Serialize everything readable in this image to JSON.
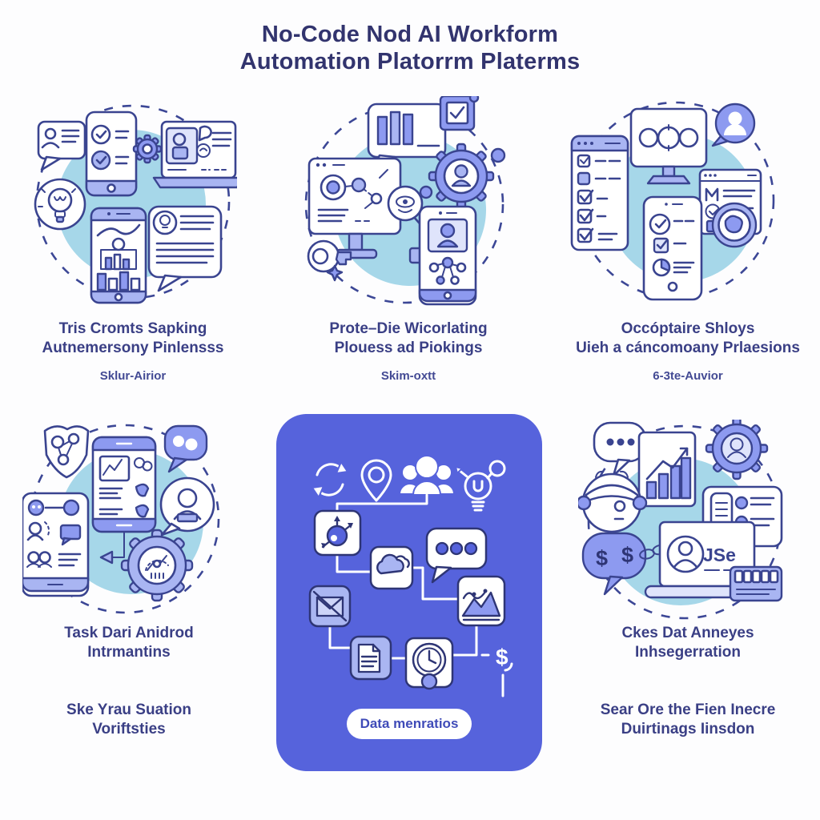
{
  "title": {
    "line1": "No-Code Nod AI Workform",
    "line2": "Automation Platorrm Platerms"
  },
  "colors": {
    "panel_purple": "#5663dc",
    "outline_indigo": "#3a4490",
    "periwinkle": "#8d9af0",
    "light_periwinkle": "#a9b5f2",
    "light_blue_blob": "#a6d7e9",
    "title_text": "#32346e",
    "caption_text": "#3a3f85",
    "button_text": "#3f4bb8",
    "background": "#fdfdfe"
  },
  "clusters": {
    "top_left": {
      "caption_line1": "Tris Cromts Sapking",
      "caption_line2": "Autnemersony Pinlensss",
      "subcaption": "Sklur-Airior",
      "icons": [
        "chat-user-bubble",
        "checklist-phone",
        "gear",
        "secure-laptop",
        "lightbulb-badge",
        "analytics-phone",
        "idea-note-bubble"
      ]
    },
    "top_center": {
      "caption_line1": "Prote–Die Wicorlating",
      "caption_line2": "Plouess ad Piokings",
      "subcaption": "Skim-oxtt",
      "icons": [
        "bar-chart-bubble",
        "checkbox-chip",
        "user-gear",
        "node-graph-monitor",
        "eye-magnifier",
        "key-badge",
        "video-call-phone"
      ]
    },
    "top_right": {
      "caption_line1": "Occóptaire Shloys",
      "caption_line2": "Uieh a cáncomoany Prlaesions",
      "subcaption": "6-3te-Auvior",
      "icons": [
        "checklist-card",
        "pipeline-monitor",
        "user-avatar-bubble",
        "browser-card",
        "globe-badge",
        "task-phone"
      ]
    },
    "bottom_left": {
      "caption_line1": "Task Dari Anidrod",
      "caption_line2": "Intrmantins",
      "subcaption_line1": "Ske Yrau Suation",
      "subcaption_line2": "Voriftsties",
      "icons": [
        "shield-nodes",
        "task-phone",
        "team-chat-bubble",
        "user-speech-circle",
        "gear-analytics",
        "contacts-phone"
      ]
    },
    "bottom_right": {
      "caption_line1": "Ckes Dat Anneyes",
      "caption_line2": "Inhsegerration",
      "subcaption_line1": "Sear Ore the Fien Inecre",
      "subcaption_line2": "Duirtinags Iinsdon",
      "laptop_label": "JSe",
      "dollar_left": "$",
      "dollar_right": "$",
      "icons": [
        "dots-speech-bubble",
        "growth-chart-card",
        "user-gear",
        "clipboard-card",
        "support-agent-head",
        "dollar-speech-bubble",
        "jse-laptop",
        "keyboard-module"
      ]
    }
  },
  "center_panel": {
    "button_label": "Data menratios",
    "dollar_label": "$",
    "icons": [
      "sync-arrows",
      "location-pin",
      "team-group",
      "idea-bulb",
      "branch-node-card",
      "cloud-card",
      "chat-dots-card",
      "trend-chart-card",
      "blocked-mail-card",
      "document-card",
      "clock-card",
      "dollar-connector"
    ]
  }
}
